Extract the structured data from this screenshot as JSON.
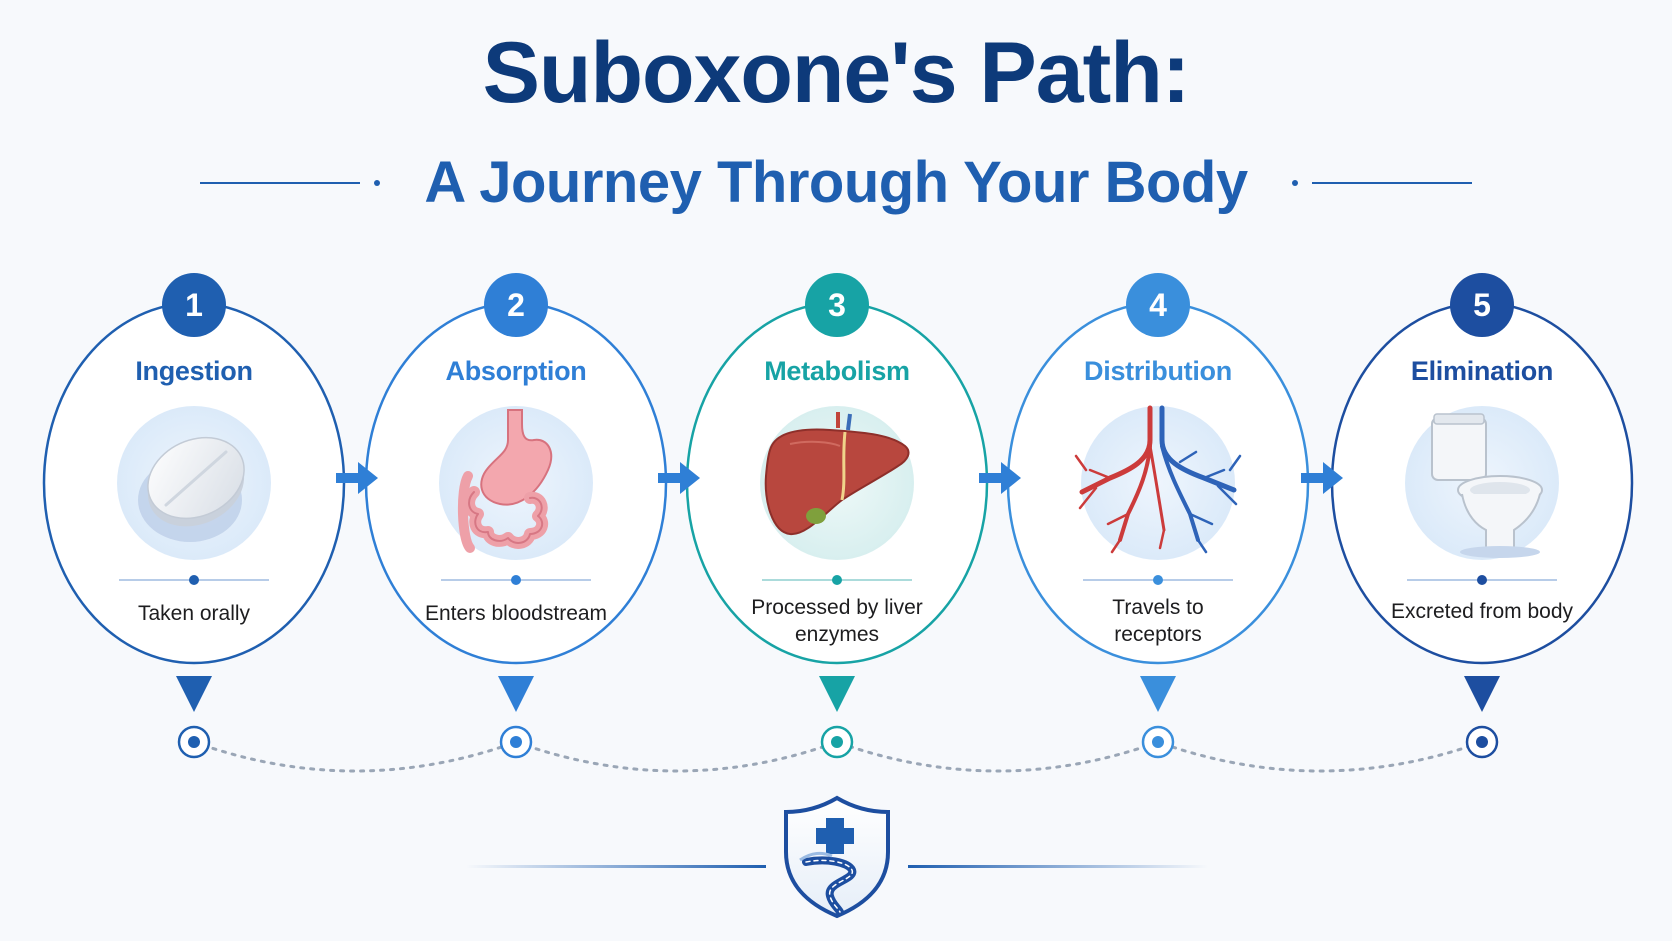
{
  "title": "Suboxone's Path:",
  "subtitle": "A Journey Through Your Body",
  "colors": {
    "navy": "#0d3a7a",
    "blue": "#1f5fb0",
    "mid_blue": "#2f7fd6",
    "teal": "#17a3a5",
    "light_blue": "#3a8fdc",
    "dark_blue": "#1d4ea0"
  },
  "steps": [
    {
      "number": "1",
      "title": "Ingestion",
      "description": "Taken orally",
      "icon": "pill-icon",
      "color": "#1f5fb0"
    },
    {
      "number": "2",
      "title": "Absorption",
      "description": "Enters bloodstream",
      "icon": "stomach-icon",
      "color": "#2f7fd6"
    },
    {
      "number": "3",
      "title": "Metabolism",
      "description": "Processed by liver enzymes",
      "icon": "liver-icon",
      "color": "#17a3a5"
    },
    {
      "number": "4",
      "title": "Distribution",
      "description": "Travels to receptors",
      "icon": "blood-vessels-icon",
      "color": "#3a8fdc"
    },
    {
      "number": "5",
      "title": "Elimination",
      "description": "Excreted from body",
      "icon": "toilet-icon",
      "color": "#1d4ea0"
    }
  ],
  "footer": {
    "icon": "shield-cross-road-icon"
  }
}
